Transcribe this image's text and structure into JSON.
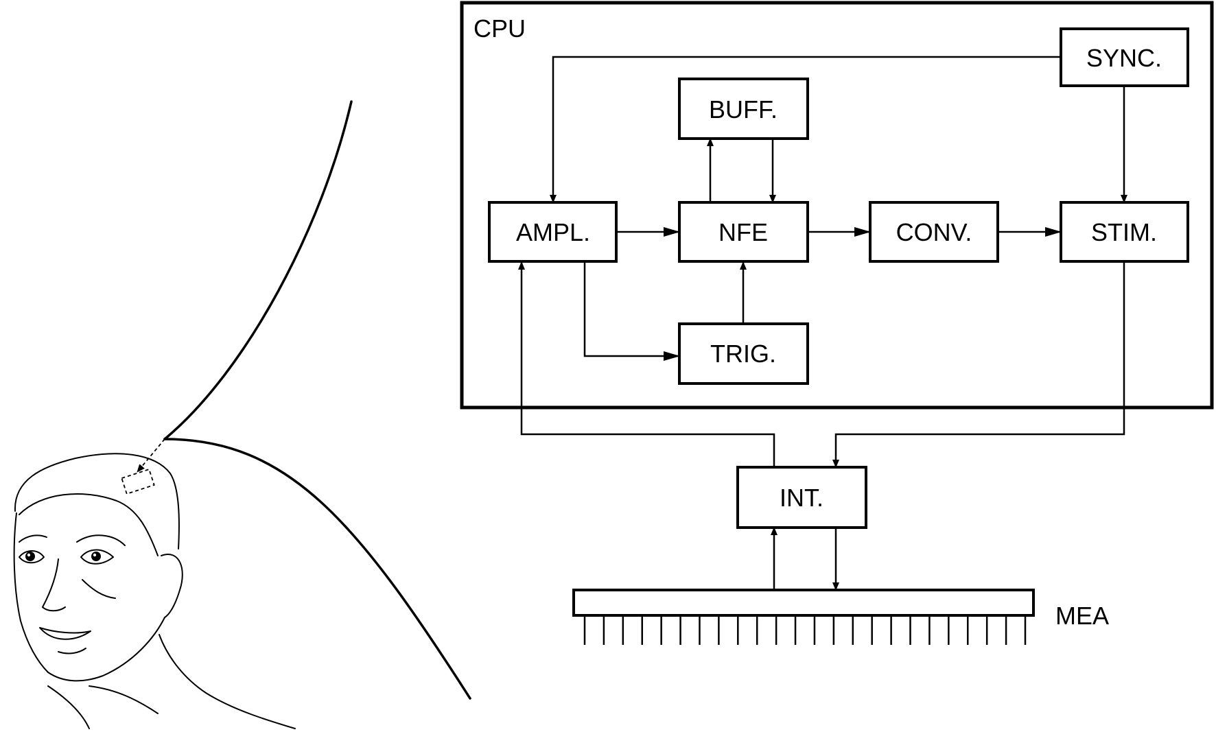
{
  "labels": {
    "cpu": "CPU",
    "sync": "SYNC.",
    "buff": "BUFF.",
    "ampl": "AMPL.",
    "nfe": "NFE",
    "conv": "CONV.",
    "stim": "STIM.",
    "trig": "TRIG.",
    "int": "INT.",
    "mea": "MEA"
  },
  "illustration": {
    "subject": "person-head-sketch",
    "implant_marker": "dashed-rectangle"
  }
}
